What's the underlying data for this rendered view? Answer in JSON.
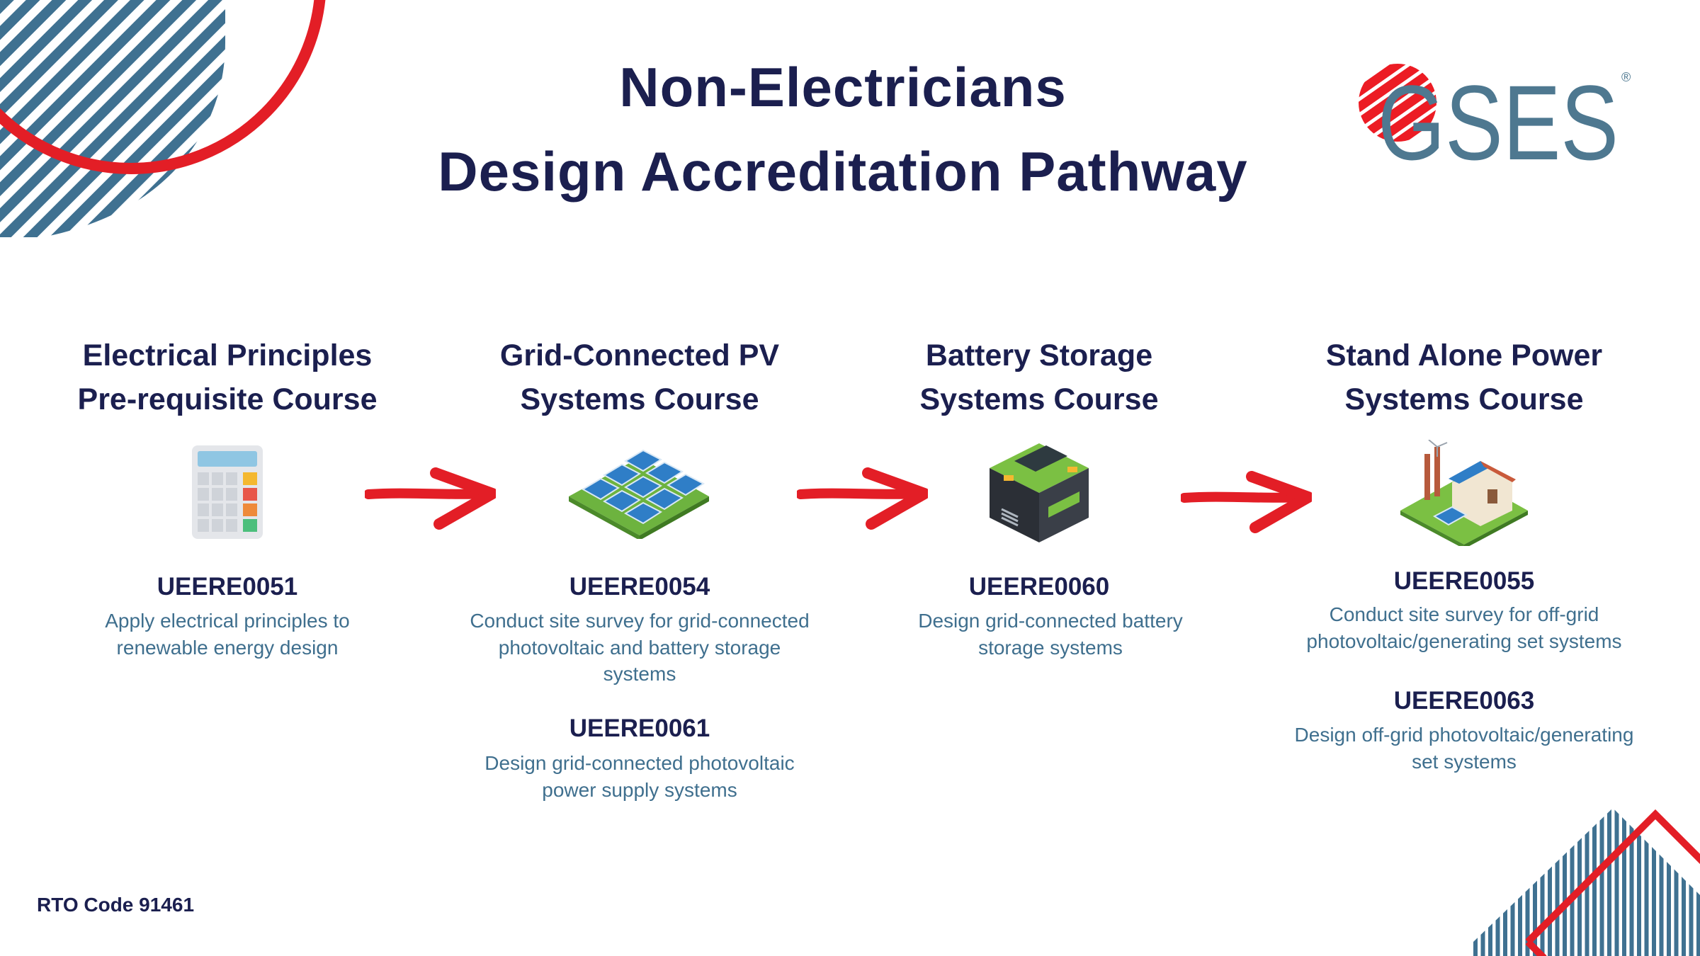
{
  "title": {
    "line1": "Non-Electricians",
    "line2": "Design Accreditation Pathway"
  },
  "logo": {
    "text": "GSES",
    "registered": "®"
  },
  "colors": {
    "navy": "#1b1f4f",
    "steel_blue": "#3f7191",
    "red": "#e31e26",
    "desc_text": "#3f6f8e"
  },
  "steps": [
    {
      "heading1": "Electrical Principles",
      "heading2": "Pre-requisite Course",
      "icon": "calculator-icon",
      "units": [
        {
          "code": "UEERE0051",
          "desc1": "Apply electrical principles to",
          "desc2": "renewable energy design"
        }
      ]
    },
    {
      "heading1": "Grid-Connected PV",
      "heading2": "Systems Course",
      "icon": "solar-panel-array-icon",
      "units": [
        {
          "code": "UEERE0054",
          "desc1": "Conduct site survey for grid-connected",
          "desc2": "photovoltaic and battery storage",
          "desc3": "systems"
        },
        {
          "code": "UEERE0061",
          "desc1": "Design grid-connected photovoltaic",
          "desc2": "power supply systems"
        }
      ]
    },
    {
      "heading1": "Battery Storage",
      "heading2": "Systems Course",
      "icon": "battery-icon",
      "units": [
        {
          "code": "UEERE0060",
          "desc1": "Design grid-connected battery",
          "desc2": "storage systems"
        }
      ]
    },
    {
      "heading1": "Stand Alone Power",
      "heading2": "Systems Course",
      "icon": "off-grid-house-icon",
      "units": [
        {
          "code": "UEERE0055",
          "desc1": "Conduct site survey for off-grid",
          "desc2": "photovoltaic/generating set systems"
        },
        {
          "code": "UEERE0063",
          "desc1": "Design off-grid photovoltaic/generating",
          "desc2": "set systems"
        }
      ]
    }
  ],
  "footer": {
    "rto": "RTO Code 91461"
  }
}
